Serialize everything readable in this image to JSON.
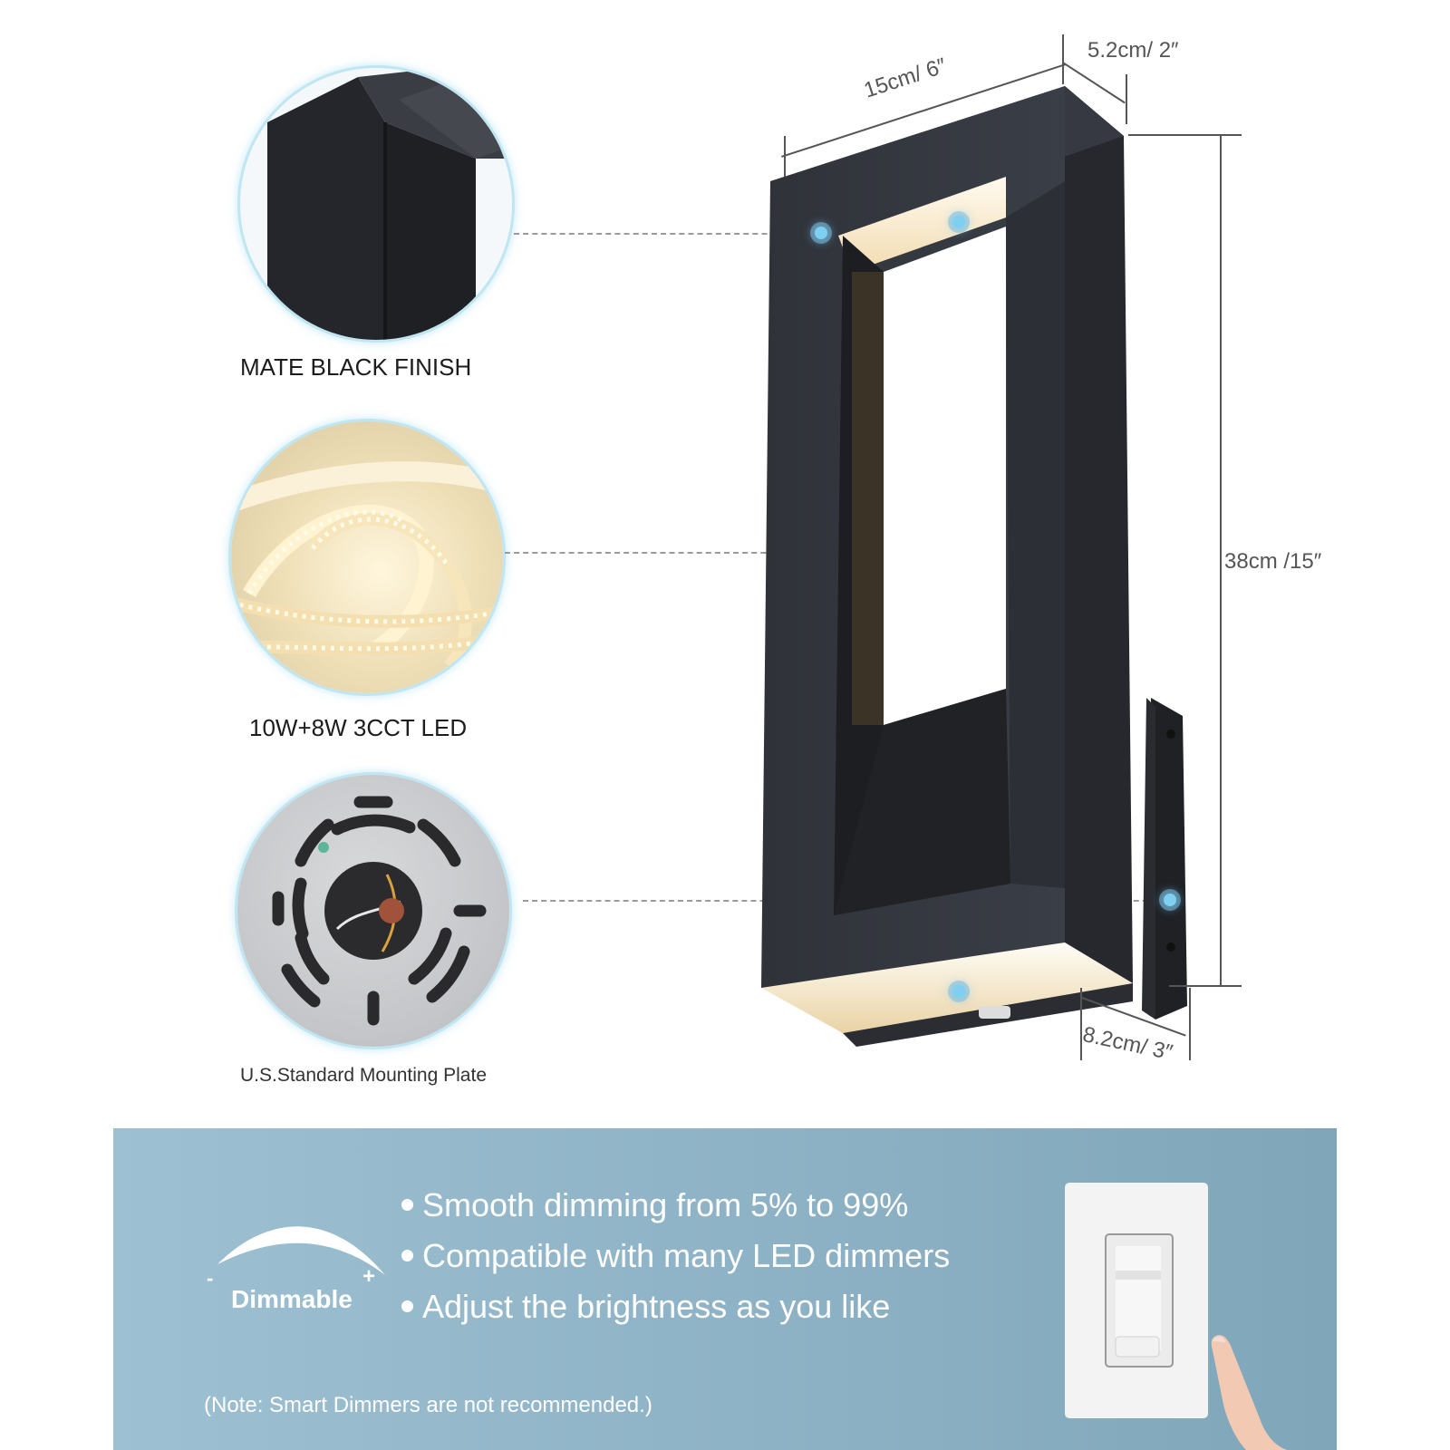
{
  "features": [
    {
      "id": "finish",
      "label": "MATE BLACK FINISH",
      "icon": "matte-black-corner-closeup"
    },
    {
      "id": "led",
      "label": "10W+8W 3CCT LED",
      "icon": "led-strip-closeup"
    },
    {
      "id": "mount",
      "label": "U.S.Standard Mounting Plate",
      "icon": "mounting-plate-closeup"
    }
  ],
  "dimensions": {
    "width": "15cm/ 6″",
    "depth_top": "5.2cm/ 2″",
    "height": "38cm /15″",
    "depth_bottom": "8.2cm/ 3″"
  },
  "dimmable": {
    "badge_label": "Dimmable",
    "minus": "-",
    "plus": "+",
    "bullets": [
      "Smooth dimming from 5% to 99%",
      "Compatible with many LED dimmers",
      "Adjust the brightness as you like"
    ],
    "note": "(Note: Smart Dimmers are not recommended.)"
  },
  "colors": {
    "panel_blue": "#8fb3c6",
    "fixture_black": "#2a2d33",
    "glow_warm": "#fff4dc",
    "accent_dot": "#7fd0f0",
    "circle_ring": "#bfe6f2"
  }
}
